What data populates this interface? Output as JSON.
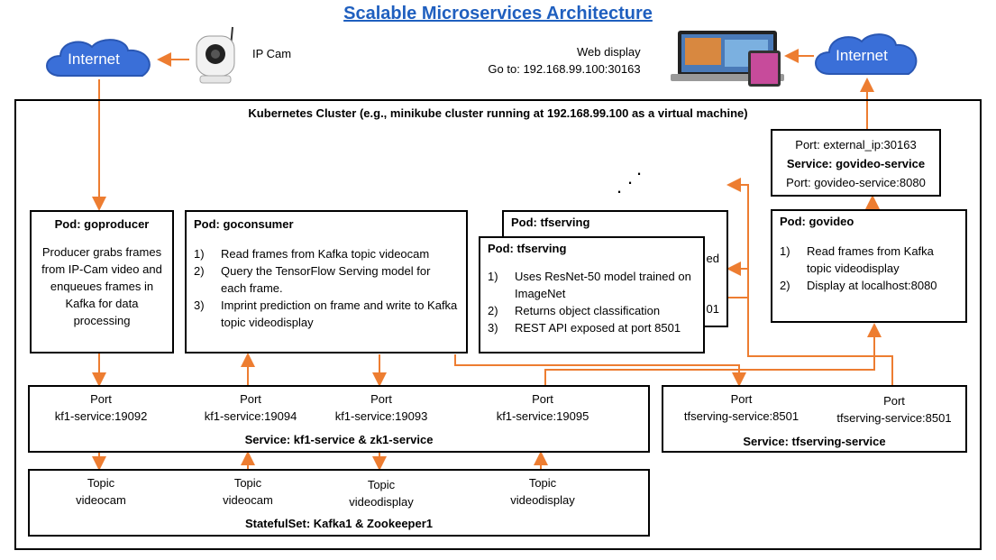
{
  "title": "Scalable Microservices Architecture",
  "internet_left": "Internet",
  "internet_right": "Internet",
  "ipcam_label": "IP Cam",
  "web_display": {
    "line1": "Web display",
    "line2": "Go to: 192.168.99.100:30163"
  },
  "cluster_label": "Kubernetes Cluster (e.g., minikube cluster running at 192.168.99.100 as a virtual machine)",
  "goproducer": {
    "title": "Pod: goproducer",
    "text": "Producer grabs frames from IP-Cam video and enqueues frames in Kafka for data processing"
  },
  "goconsumer": {
    "title": "Pod: goconsumer",
    "steps": [
      {
        "n": "1)",
        "t": "Read frames from Kafka topic videocam"
      },
      {
        "n": "2)",
        "t": "Query the TensorFlow Serving model for each frame."
      },
      {
        "n": "3)",
        "t": "Imprint prediction on frame and write to Kafka topic videodisplay"
      }
    ]
  },
  "tfserving_back": {
    "title": "Pod: tfserving",
    "frag1": "ed",
    "frag2": "01"
  },
  "tfserving": {
    "title": "Pod: tfserving",
    "steps": [
      {
        "n": "1)",
        "t": "Uses ResNet-50 model trained on ImageNet"
      },
      {
        "n": "2)",
        "t": "Returns object classification"
      },
      {
        "n": "3)",
        "t": "REST API exposed at port 8501"
      }
    ]
  },
  "govideo": {
    "title": "Pod: govideo",
    "steps": [
      {
        "n": "1)",
        "t": "Read frames from Kafka topic videodisplay"
      },
      {
        "n": "2)",
        "t": "Display at localhost:8080"
      }
    ]
  },
  "govideo_service": {
    "port_top": "Port: external_ip:30163",
    "name": "Service: govideo-service",
    "port_bottom": "Port: govideo-service:8080"
  },
  "kf1_service": {
    "name": "Service: kf1-service & zk1-service",
    "ports": [
      {
        "label": "Port",
        "value": "kf1-service:19092"
      },
      {
        "label": "Port",
        "value": "kf1-service:19094"
      },
      {
        "label": "Port",
        "value": "kf1-service:19093"
      },
      {
        "label": "Port",
        "value": "kf1-service:19095"
      }
    ]
  },
  "tfserving_service": {
    "name": "Service: tfserving-service",
    "ports": [
      {
        "label": "Port",
        "value": "tfserving-service:8501"
      },
      {
        "label": "Port",
        "value": "tfserving-service:8501"
      }
    ]
  },
  "statefulset": {
    "name": "StatefulSet: Kafka1 & Zookeeper1",
    "topics": [
      {
        "label": "Topic",
        "value": "videocam"
      },
      {
        "label": "Topic",
        "value": "videocam"
      },
      {
        "label": "Topic",
        "value": "videodisplay"
      },
      {
        "label": "Topic",
        "value": "videodisplay"
      }
    ]
  },
  "colors": {
    "arrow": "#ed7d31",
    "cloud": "#3a6fd8",
    "title": "#1f5fbf"
  }
}
